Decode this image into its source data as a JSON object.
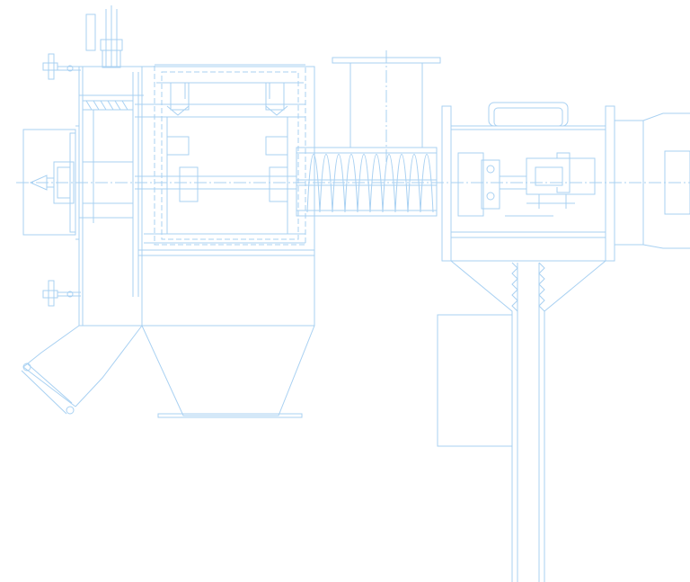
{
  "drawing": {
    "kind": "technical-drawing",
    "view": "side-section",
    "line_color": "#a9d1f2",
    "light_color": "#c9e2f7",
    "background": "#ffffff"
  },
  "components": [
    "feed-pipe",
    "motor",
    "adjust-knob",
    "sieve-housing",
    "screen-cage",
    "spiral-conveyor",
    "inlet-hopper",
    "bearing-housing",
    "drive-cover",
    "discharge-chute",
    "bottom-hopper",
    "support-column",
    "side-panel",
    "end-cap"
  ]
}
